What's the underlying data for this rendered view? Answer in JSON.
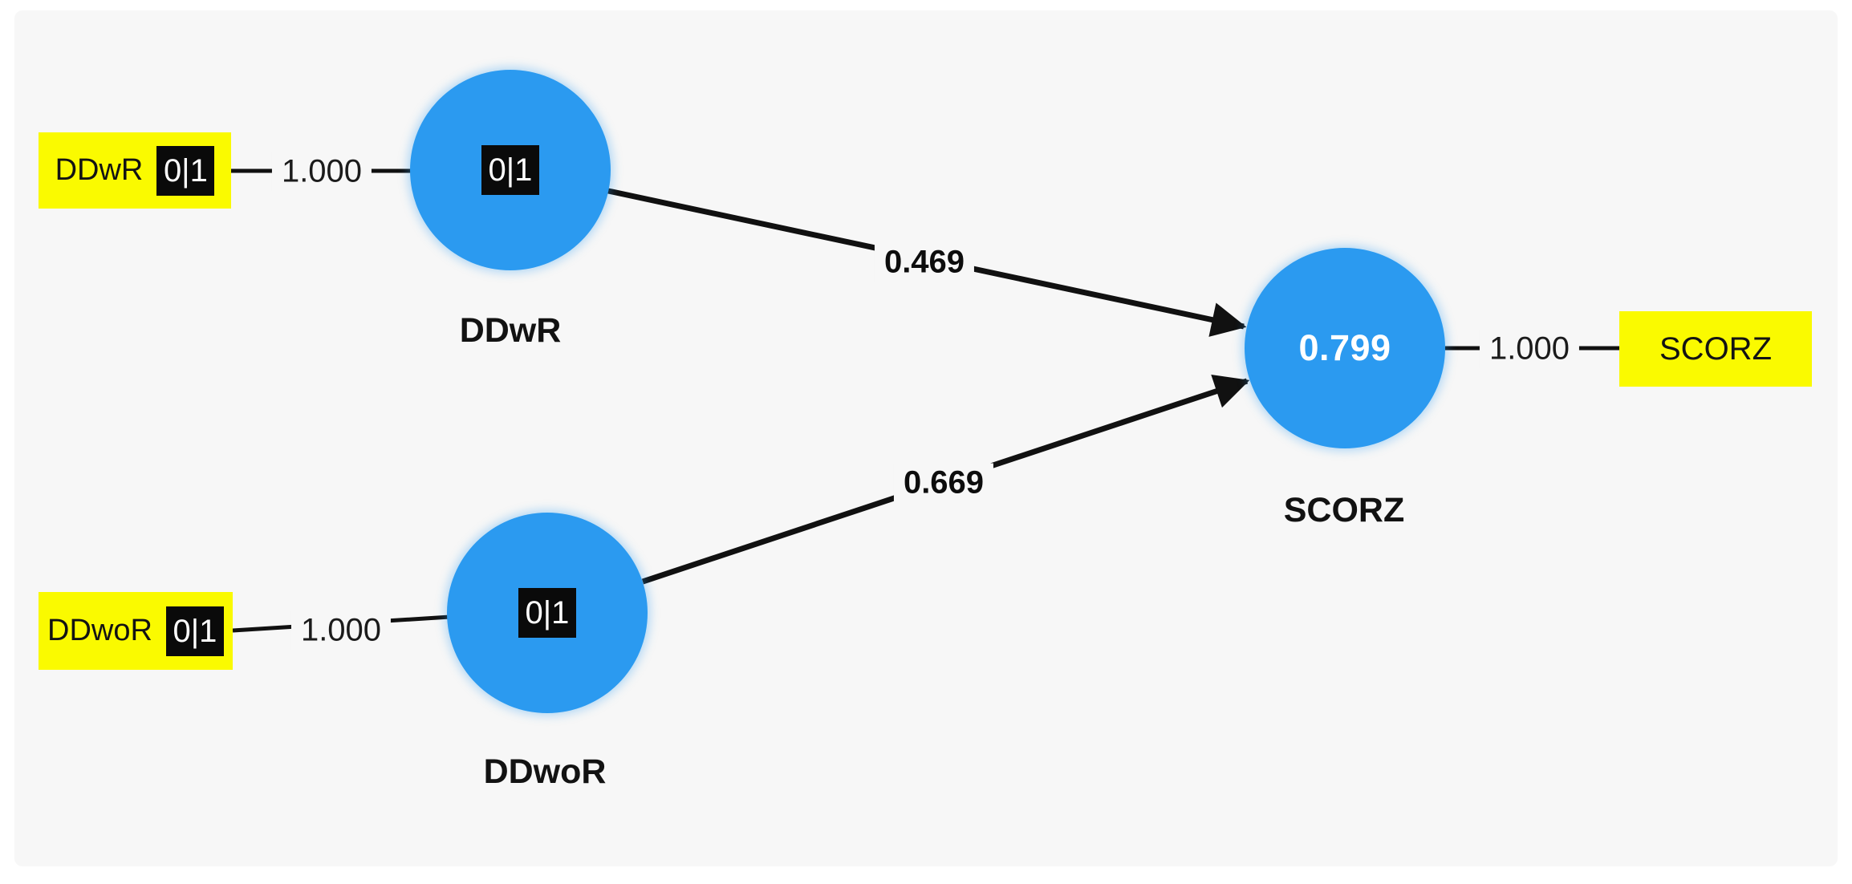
{
  "model": {
    "constructs": [
      {
        "id": "ddwr",
        "label": "DDwR",
        "inner_value": "0|1"
      },
      {
        "id": "ddwor",
        "label": "DDwoR",
        "inner_value": "0|1"
      },
      {
        "id": "scorz",
        "label": "SCORZ",
        "inner_value": "0.799"
      }
    ],
    "indicators": [
      {
        "id": "ddwr",
        "label": "DDwR",
        "chip": "0|1",
        "loading": "1.000"
      },
      {
        "id": "ddwor",
        "label": "DDwoR",
        "chip": "0|1",
        "loading": "1.000"
      },
      {
        "id": "scorz",
        "label": "SCORZ",
        "loading": "1.000"
      }
    ],
    "paths": [
      {
        "from": "DDwR",
        "to": "SCORZ",
        "coefficient": "0.469"
      },
      {
        "from": "DDwoR",
        "to": "SCORZ",
        "coefficient": "0.669"
      }
    ],
    "colors": {
      "construct_fill": "#2b9af0",
      "indicator_fill": "#fafa00",
      "chip_fill": "#0a0a0a",
      "line": "#111111",
      "canvas": "#f7f7f7"
    }
  }
}
